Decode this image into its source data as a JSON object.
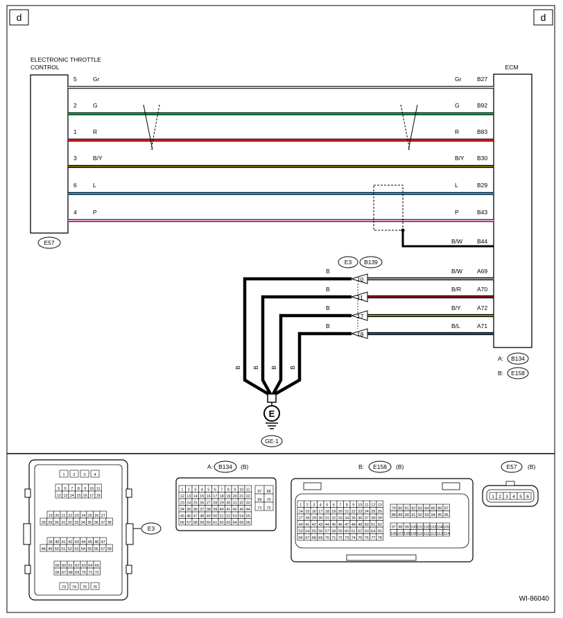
{
  "page_tag": "d",
  "left_component": {
    "title_line1": "ELECTRONIC THROTTLE",
    "title_line2": "CONTROL",
    "connector": "E57"
  },
  "right_component": {
    "title": "ECM",
    "connector_a_prefix": "A:",
    "connector_a": "B134",
    "connector_b_prefix": "B:",
    "connector_b": "E158"
  },
  "wires": [
    {
      "pin": "5",
      "color_label": "Gr",
      "ecm_pin": "B27",
      "color": "#c8c8c8",
      "shield": false
    },
    {
      "pin": "2",
      "color_label": "G",
      "ecm_pin": "B92",
      "color": "#00a651",
      "shield": true
    },
    {
      "pin": "1",
      "color_label": "R",
      "ecm_pin": "B83",
      "color": "#ed1c24",
      "shield": true
    },
    {
      "pin": "3",
      "color_label": "B/Y",
      "ecm_pin": "B30",
      "color": "#000000",
      "stripe": "#e6d200",
      "shield": false
    },
    {
      "pin": "6",
      "color_label": "L",
      "ecm_pin": "B29",
      "color": "#1e8fd6",
      "shield": false
    },
    {
      "pin": "4",
      "color_label": "P",
      "ecm_pin": "B43",
      "color": "#e8a0d8",
      "shield": false
    }
  ],
  "shield_wire": {
    "color_label": "B/W",
    "ecm_pin": "B44"
  },
  "ground_connector": {
    "a": "E3",
    "b": "B139"
  },
  "ground_wires": [
    {
      "pin": "10",
      "left_label": "B",
      "right_label": "B/W",
      "ecm_pin": "A69",
      "stripe": "#ffffff"
    },
    {
      "pin": "11",
      "left_label": "B",
      "right_label": "B/R",
      "ecm_pin": "A70",
      "stripe": "#ed1c24"
    },
    {
      "pin": "17",
      "left_label": "B",
      "right_label": "B/Y",
      "ecm_pin": "A72",
      "stripe": "#e6d200"
    },
    {
      "pin": "18",
      "left_label": "B",
      "right_label": "B/L",
      "ecm_pin": "A71",
      "stripe": "#1e8fd6"
    }
  ],
  "vertical_labels": [
    "B",
    "B",
    "B",
    "B"
  ],
  "ground": {
    "symbol": "E",
    "label": "GE-1"
  },
  "connectors_views": {
    "e3": {
      "label": "E3",
      "rows": [
        [
          "1",
          "2",
          "3",
          "4"
        ],
        [
          "5",
          "6",
          "7",
          "8",
          "9",
          "10",
          "11"
        ],
        [
          "12",
          "13",
          "14",
          "15",
          "16",
          "17",
          "18"
        ],
        [
          "19",
          "20",
          "21",
          "22",
          "23",
          "24",
          "25",
          "26",
          "27"
        ],
        [
          "28",
          "29",
          "30",
          "31",
          "32",
          "33",
          "34",
          "35",
          "36",
          "37",
          "38"
        ],
        [
          "39",
          "40",
          "41",
          "42",
          "43",
          "44",
          "45",
          "46",
          "47"
        ],
        [
          "48",
          "49",
          "50",
          "51",
          "52",
          "53",
          "54",
          "55",
          "56",
          "57",
          "58"
        ],
        [
          "59",
          "60",
          "61",
          "62",
          "63",
          "64",
          "65"
        ],
        [
          "66",
          "67",
          "68",
          "69",
          "70",
          "71",
          "72"
        ],
        [
          "73",
          "74",
          "75",
          "76"
        ]
      ]
    },
    "a": {
      "prefix": "A:",
      "name": "B134",
      "suffix": "(B)",
      "rows": [
        [
          "1",
          "2",
          "3",
          "4",
          "5",
          "6",
          "7",
          "8",
          "9",
          "10",
          "11"
        ],
        [
          "12",
          "13",
          "14",
          "15",
          "16",
          "17",
          "18",
          "19",
          "20",
          "21",
          "22"
        ],
        [
          "23",
          "24",
          "25",
          "26",
          "27",
          "28",
          "29",
          "30",
          "31",
          "32",
          "33"
        ],
        [
          "34",
          "35",
          "36",
          "37",
          "38",
          "39",
          "40",
          "41",
          "42",
          "43",
          "44"
        ],
        [
          "45",
          "46",
          "47",
          "48",
          "49",
          "50",
          "51",
          "52",
          "53",
          "54",
          "55"
        ],
        [
          "56",
          "57",
          "58",
          "59",
          "60",
          "61",
          "62",
          "63",
          "64",
          "65",
          "66"
        ]
      ],
      "side": [
        [
          "67",
          "68"
        ],
        [
          "69",
          "70"
        ],
        [
          "71",
          "72"
        ]
      ]
    },
    "b": {
      "prefix": "B:",
      "name": "E158",
      "suffix": "(B)",
      "rows": [
        [
          "1",
          "2",
          "3",
          "4",
          "5",
          "6",
          "7",
          "8",
          "9",
          "10",
          "11",
          "12",
          "13"
        ],
        [
          "14",
          "15",
          "16",
          "17",
          "18",
          "19",
          "20",
          "21",
          "22",
          "23",
          "24",
          "25",
          "26"
        ],
        [
          "27",
          "28",
          "29",
          "30",
          "31",
          "32",
          "33",
          "34",
          "35",
          "36",
          "37",
          "38",
          "39"
        ],
        [
          "40",
          "41",
          "42",
          "43",
          "44",
          "45",
          "46",
          "47",
          "48",
          "49",
          "50",
          "51",
          "52"
        ],
        [
          "53",
          "54",
          "55",
          "56",
          "57",
          "58",
          "59",
          "60",
          "61",
          "62",
          "63",
          "64",
          "65"
        ],
        [
          "66",
          "67",
          "68",
          "69",
          "70",
          "71",
          "72",
          "73",
          "74",
          "75",
          "76",
          "77",
          "78"
        ]
      ],
      "right_top": [
        [
          "79",
          "80",
          "81",
          "82",
          "83",
          "84",
          "85",
          "86",
          "87"
        ],
        [
          "88",
          "89",
          "90",
          "91",
          "92",
          "93",
          "94",
          "95",
          "96"
        ]
      ],
      "right_bot": [
        [
          "97",
          "98",
          "99",
          "100",
          "101",
          "102",
          "103",
          "104",
          "105"
        ],
        [
          "106",
          "107",
          "108",
          "109",
          "110",
          "111",
          "112",
          "113",
          "114"
        ]
      ]
    },
    "e57": {
      "name": "E57",
      "suffix": "(B)",
      "pins": [
        "1",
        "2",
        "3",
        "4",
        "5",
        "6"
      ]
    }
  },
  "figure_id": "WI-86040"
}
